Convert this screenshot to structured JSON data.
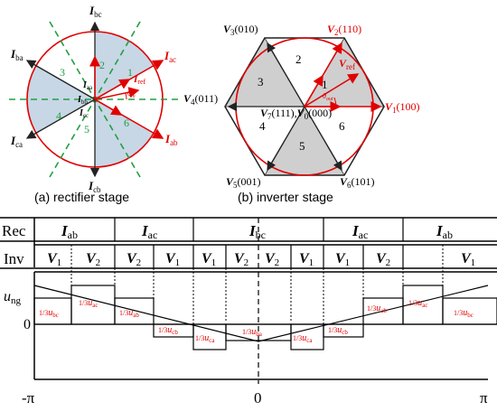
{
  "rectifier": {
    "caption": "(a) rectifier stage",
    "vectors": {
      "Ibc": {
        "base": "I",
        "sub": "bc"
      },
      "Iac": {
        "base": "I",
        "sub": "ac"
      },
      "Iab": {
        "base": "I",
        "sub": "ab"
      },
      "Icb": {
        "base": "I",
        "sub": "cb"
      },
      "Ica": {
        "base": "I",
        "sub": "ca"
      },
      "Iba": {
        "base": "I",
        "sub": "ba"
      },
      "Iref": {
        "base": "I",
        "sub": "ref"
      },
      "theta": {
        "base": "θ",
        "sub": "in"
      },
      "Iaa": {
        "base": "I",
        "sub": "aa"
      },
      "Ibb": {
        "base": "I",
        "sub": "bb"
      },
      "Icc": {
        "base": "I",
        "sub": "cc"
      }
    },
    "sectors": [
      "1",
      "2",
      "3",
      "4",
      "5",
      "6"
    ]
  },
  "inverter": {
    "caption": "(b) inverter stage",
    "vectors": {
      "V1": {
        "base": "V",
        "sub": "1",
        "code": "(100)"
      },
      "V2": {
        "base": "V",
        "sub": "2",
        "code": "(110)"
      },
      "V3": {
        "base": "V",
        "sub": "3",
        "code": "(010)"
      },
      "V4": {
        "base": "V",
        "sub": "4",
        "code": "(011)"
      },
      "V5": {
        "base": "V",
        "sub": "5",
        "code": "(001)"
      },
      "V6": {
        "base": "V",
        "sub": "6",
        "code": "(101)"
      },
      "V7": {
        "base": "V",
        "sub": "7",
        "code": "(111),"
      },
      "V0": {
        "base": "V",
        "sub": "0",
        "code": "(000)"
      },
      "Vref": {
        "base": "V",
        "sub": "ref"
      },
      "theta": {
        "base": "θ",
        "sub": "out"
      }
    },
    "sectors": [
      "1",
      "2",
      "3",
      "4",
      "5",
      "6"
    ]
  },
  "timing": {
    "rec_label": "Rec",
    "inv_label": "Inv",
    "rec_cells": [
      {
        "base": "I",
        "sub": "ab"
      },
      {
        "base": "I",
        "sub": "ac"
      },
      {
        "base": "I",
        "sub": "bc"
      },
      {
        "base": "I",
        "sub": "ac"
      },
      {
        "base": "I",
        "sub": "ab"
      }
    ],
    "inv_cells": [
      {
        "base": "V",
        "sub": "1"
      },
      {
        "base": "V",
        "sub": "2"
      },
      {
        "base": "V",
        "sub": "2"
      },
      {
        "base": "V",
        "sub": "1"
      },
      {
        "base": "V",
        "sub": "1"
      },
      {
        "base": "V",
        "sub": "2"
      },
      {
        "base": "V",
        "sub": "2"
      },
      {
        "base": "V",
        "sub": "1"
      },
      {
        "base": "V",
        "sub": "1"
      },
      {
        "base": "V",
        "sub": "2"
      },
      {
        "base": "V",
        "sub": "1"
      }
    ],
    "y_label": {
      "base": "u",
      "sub": "ng"
    },
    "zero_label": "0",
    "x_ticks": [
      "-π",
      "0",
      "π"
    ],
    "level_labels": [
      {
        "pre": "1/3",
        "base": "u",
        "sub": "bc"
      },
      {
        "pre": "1/3",
        "base": "u",
        "sub": "ac"
      },
      {
        "pre": "1/3",
        "base": "u",
        "sub": "ab"
      },
      {
        "pre": "1/3",
        "base": "u",
        "sub": "cb"
      },
      {
        "pre": "1/3",
        "base": "u",
        "sub": "ca"
      },
      {
        "pre": "1/3",
        "base": "u",
        "sub": "ba"
      },
      {
        "pre": "1/3",
        "base": "u",
        "sub": "ca"
      },
      {
        "pre": "1/3",
        "base": "u",
        "sub": "cb"
      },
      {
        "pre": "1/3",
        "base": "u",
        "sub": "ab"
      },
      {
        "pre": "1/3",
        "base": "u",
        "sub": "ac"
      },
      {
        "pre": "1/3",
        "base": "u",
        "sub": "bc"
      }
    ]
  },
  "colors": {
    "red": "#e00000",
    "green": "#20a040",
    "shade_blue": "#c7d7e6",
    "shade_gray": "#cfcfcf"
  }
}
